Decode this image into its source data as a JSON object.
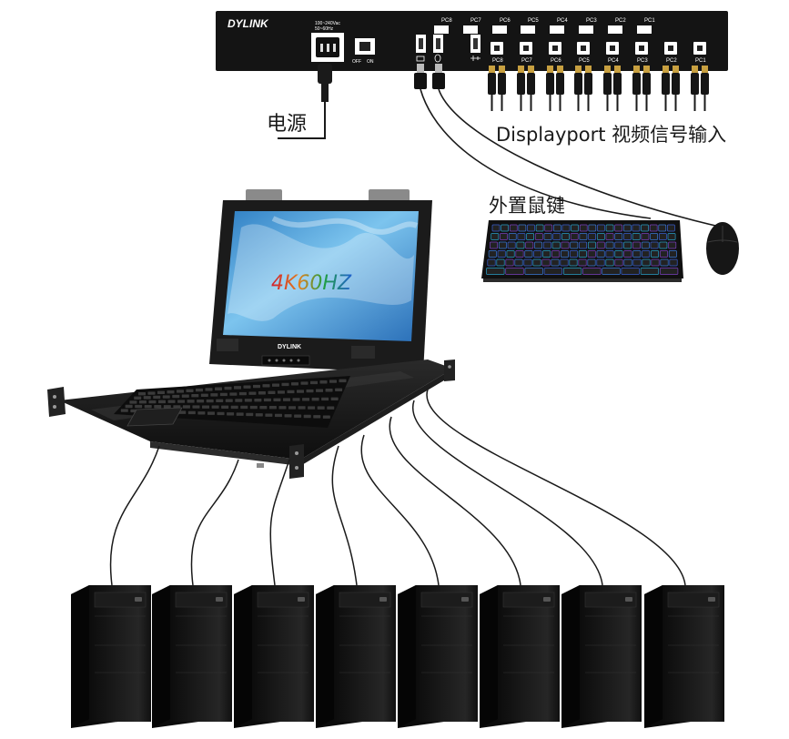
{
  "kvm_switch": {
    "brand": "DYLINK",
    "voltage_line1": "100~240Vac",
    "voltage_line2": "50~60Hz",
    "switch_off": "OFF",
    "switch_on": "ON",
    "port_labels": [
      "PC8",
      "PC7",
      "PC6",
      "PC5",
      "PC4",
      "PC3",
      "PC2",
      "PC1"
    ],
    "usb_keyboard_icon": "keyboard-icon",
    "usb_mouse_icon": "mouse-icon",
    "usb_port_icon": "usb-icon"
  },
  "labels": {
    "power": "电源",
    "displayport_input": "Displayport 视频信号输入",
    "external_keyboard_mouse": "外置鼠键"
  },
  "console": {
    "screen_text": "4K60HZ",
    "brand": "DYLINK"
  },
  "computers": [
    {
      "id": "pc-1"
    },
    {
      "id": "pc-2"
    },
    {
      "id": "pc-3"
    },
    {
      "id": "pc-4"
    },
    {
      "id": "pc-5"
    },
    {
      "id": "pc-6"
    },
    {
      "id": "pc-7"
    },
    {
      "id": "pc-8"
    }
  ],
  "colors": {
    "device_body": "#141414",
    "cable": "#1a1a1a",
    "screen_blue": "#4aa0d8",
    "screen_text_gradient": [
      "#d02030",
      "#e08020",
      "#20a040",
      "#2060d0"
    ],
    "connector_gold": "#c8a040"
  }
}
